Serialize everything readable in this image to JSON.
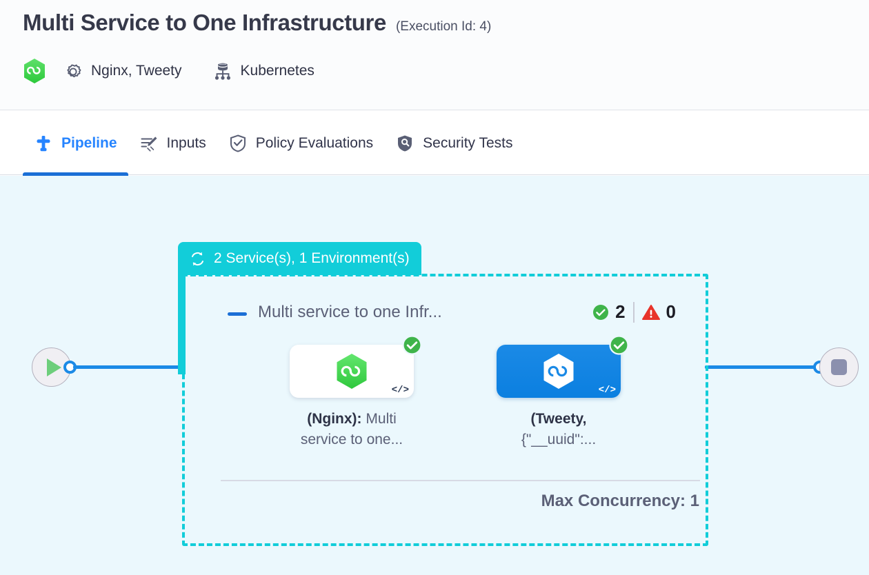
{
  "header": {
    "title": "Multi Service to One Infrastructure",
    "execution_id_label": "(Execution Id: 4)",
    "brand_icon": "hexagon-infinity-logo",
    "services_icon": "gear-icon",
    "services_label": "Nginx, Tweety",
    "infrastructure_icon": "kubernetes-cluster-icon",
    "infrastructure_label": "Kubernetes"
  },
  "tabs": [
    {
      "id": "pipeline",
      "label": "Pipeline",
      "icon": "pipeline-icon",
      "active": true
    },
    {
      "id": "inputs",
      "label": "Inputs",
      "icon": "edit-inputs-icon",
      "active": false
    },
    {
      "id": "policy-evaluations",
      "label": "Policy Evaluations",
      "icon": "shield-check-icon",
      "active": false
    },
    {
      "id": "security-tests",
      "label": "Security Tests",
      "icon": "shield-search-icon",
      "active": false
    }
  ],
  "canvas": {
    "start_node": {
      "icon": "play-icon",
      "name": "start-node"
    },
    "end_node": {
      "icon": "stop-icon",
      "name": "end-node"
    },
    "group": {
      "header_icon": "loop-refresh-icon",
      "header_label": "2 Service(s), 1 Environment(s)",
      "collapse_icon": "collapse-minus-icon",
      "stage_name": "Multi service to one Infr...",
      "counters": {
        "success_icon": "check-circle-icon",
        "success_count": "2",
        "warning_icon": "warning-triangle-icon",
        "warning_count": "0"
      },
      "services": [
        {
          "card_style": "white",
          "logo_icon": "hexagon-infinity-logo-green",
          "status_icon": "check-circle-icon",
          "code_icon": "</>",
          "label_bold": "(Nginx):",
          "label_rest": " Multi service to one..."
        },
        {
          "card_style": "blue",
          "logo_icon": "hexagon-infinity-logo-white",
          "status_icon": "check-circle-icon",
          "code_icon": "</>",
          "label_bold": "(Tweety,",
          "label_rest": " {\"__uuid\":..."
        }
      ],
      "max_concurrency_label": "Max Concurrency: 1"
    }
  },
  "colors": {
    "accent_blue": "#1b8ae6",
    "tab_active_blue": "#2684ff",
    "group_teal": "#12cdd9",
    "success_green": "#3fb44a",
    "warning_red": "#e8342b",
    "canvas_bg": "#ebf8fd"
  }
}
